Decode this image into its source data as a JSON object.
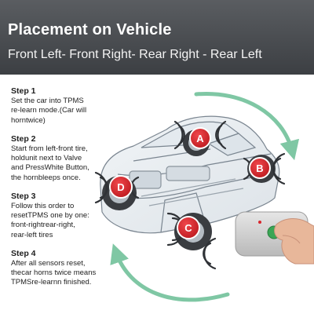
{
  "header": {
    "title": "Placement on Vehicle",
    "subtitle": "Front Left- Front Right- Rear Right - Rear Left"
  },
  "steps": [
    {
      "title": "Step 1",
      "text": "Set the car into TPMS\nre-learn mode.(Car will horntwice)"
    },
    {
      "title": "Step 2",
      "text": "Start from left-front tire,\nholdunit next to Valve\nand PressWhite Button,\nthe hornbleeps once."
    },
    {
      "title": "Step 3",
      "text": "Follow this order to\nresetTPMS one by one:\nfront-rightrear-right,\nrear-left tires"
    },
    {
      "title": "Step 4",
      "text": "After all sensors reset,\nthecar horns twice means\nTPMSre-learnn finished."
    }
  ],
  "tire_badges": {
    "a": "A",
    "b": "B",
    "c": "C",
    "d": "D"
  },
  "colors": {
    "header_bg": "#4b4e52",
    "badge_red": "#d9262c",
    "arrow_green": "#7fc7a4",
    "remote_button": "#3aa655"
  },
  "icons": [
    "sound-wave-icon",
    "circular-arrow-icon",
    "tpms-remote-tool"
  ]
}
